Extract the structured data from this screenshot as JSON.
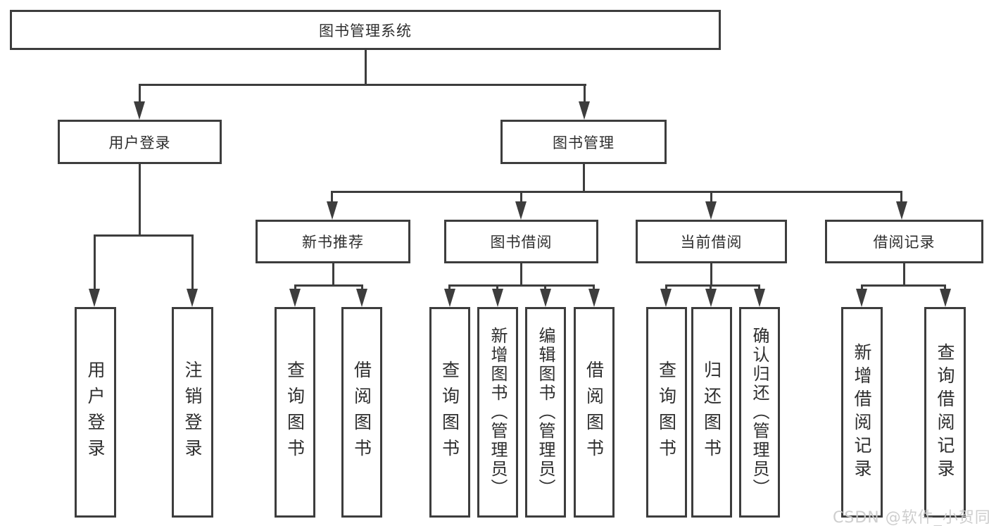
{
  "tree": {
    "root": "图书管理系统",
    "login": {
      "label": "用户登录",
      "children": [
        "用户登录",
        "注销登录"
      ]
    },
    "mgmt": {
      "label": "图书管理",
      "groups": [
        {
          "label": "新书推荐",
          "children": [
            "查询图书",
            "借阅图书"
          ]
        },
        {
          "label": "图书借阅",
          "children": [
            "查询图书",
            "新增图书（管理员）",
            "编辑图书（管理员）",
            "借阅图书"
          ]
        },
        {
          "label": "当前借阅",
          "children": [
            "查询图书",
            "归还图书",
            "确认归还（管理员）"
          ]
        },
        {
          "label": "借阅记录",
          "children": [
            "新增借阅记录",
            "查询借阅记录"
          ]
        }
      ]
    }
  },
  "watermark": "CSDN @软件_小贺同学",
  "colors": {
    "line": "#3d3d3d",
    "text": "#2e2e2e",
    "watermark": "#cbcbcb",
    "background": "#ffffff"
  }
}
